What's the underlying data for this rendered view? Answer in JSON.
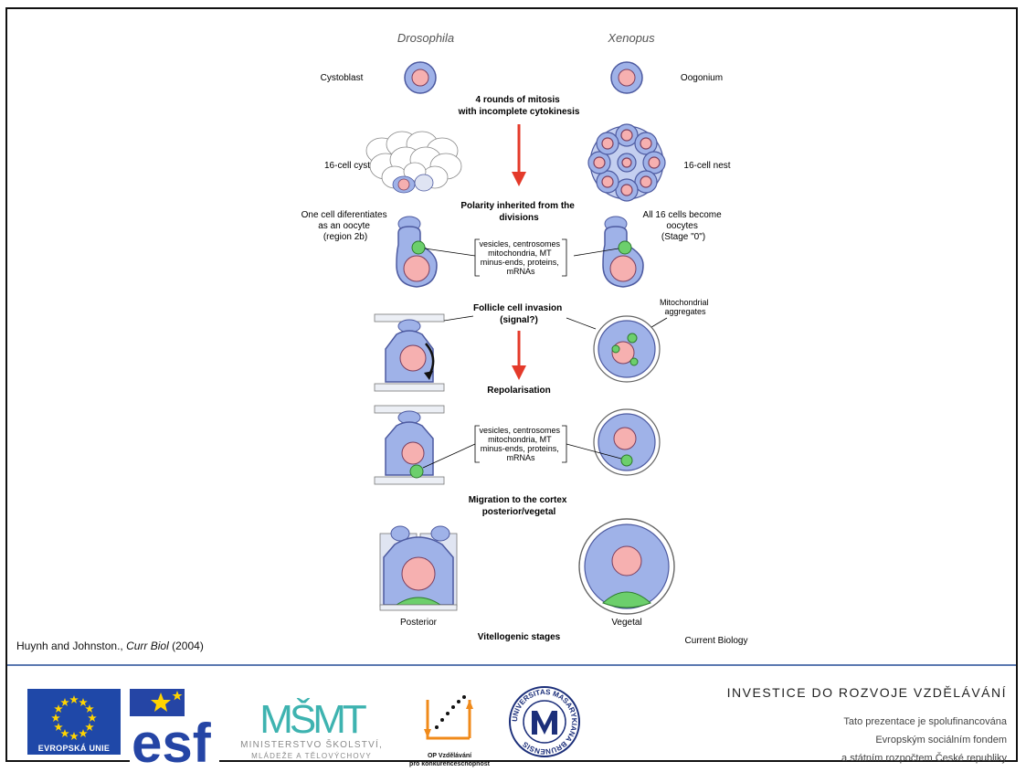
{
  "diagram": {
    "species_left": "Drosophila",
    "species_right": "Xenopus",
    "cell_left_top": "Cystoblast",
    "cell_right_top": "Oogonium",
    "step_mitosis": [
      "4 rounds of mitosis",
      "with incomplete cytokinesis"
    ],
    "cyst_label": "16-cell cyst",
    "nest_label": "16-cell nest",
    "step_polarity": [
      "Polarity inherited from the",
      "divisions"
    ],
    "left_differentiates": [
      "One cell diferentiates",
      "as an oocyte",
      "(region 2b)"
    ],
    "right_become": [
      "All 16 cells become",
      "oocytes",
      "(Stage \"0\")"
    ],
    "components": [
      "vesicles, centrosomes",
      "mitochondria, MT",
      "minus-ends, proteins,",
      "mRNAs"
    ],
    "step_invasion": [
      "Follicle cell invasion",
      "(signal?)"
    ],
    "mito_aggregates": [
      "Mitochondrial",
      "aggregates"
    ],
    "step_repolarisation": "Repolarisation",
    "step_migration": [
      "Migration to the cortex",
      "posterior/vegetal"
    ],
    "label_posterior": "Posterior",
    "label_vegetal": "Vegetal",
    "step_vitellogenic": "Vitellogenic stages",
    "source_label": "Current Biology"
  },
  "citation": {
    "authors": "Huynh and Johnston.,",
    "journal": "Curr Biol",
    "year": "(2004)"
  },
  "footer": {
    "eu_label": "EVROPSKÁ UNIE",
    "esf_text": "esf",
    "msmt_letters": "MŠMT",
    "msmt_caption_1": "MINISTERSTVO ŠKOLSTVÍ,",
    "msmt_caption_2": "MLÁDEŽE A TĚLOVÝCHOVY",
    "op_caption_1": "OP Vzdělávání",
    "op_caption_2": "pro konkurenceschopnost",
    "muni_text": "UNIVERSITAS MASARYKIANA BRUNENSIS",
    "investice_title": "INVESTICE DO ROZVOJE VZDĚLÁVÁNÍ",
    "investice_line_1": "Tato prezentace je spolufinancována",
    "investice_line_2": "Evropským sociálním fondem",
    "investice_line_3": "a státním rozpočtem České republiky"
  },
  "colors": {
    "cell_blue": "#9fb2e8",
    "cell_outline": "#4d5aa0",
    "nucleus_pink": "#f6b0b0",
    "green": "#6ccf6c",
    "arrow_red": "#e43a2a",
    "divider_blue": "#5a78b0",
    "eu_blue": "#1f48a8",
    "esf_blue": "#2545a5",
    "msmt_teal": "#3eb3b0",
    "star_yellow": "#ffd400",
    "op_orange": "#f08a1a"
  }
}
